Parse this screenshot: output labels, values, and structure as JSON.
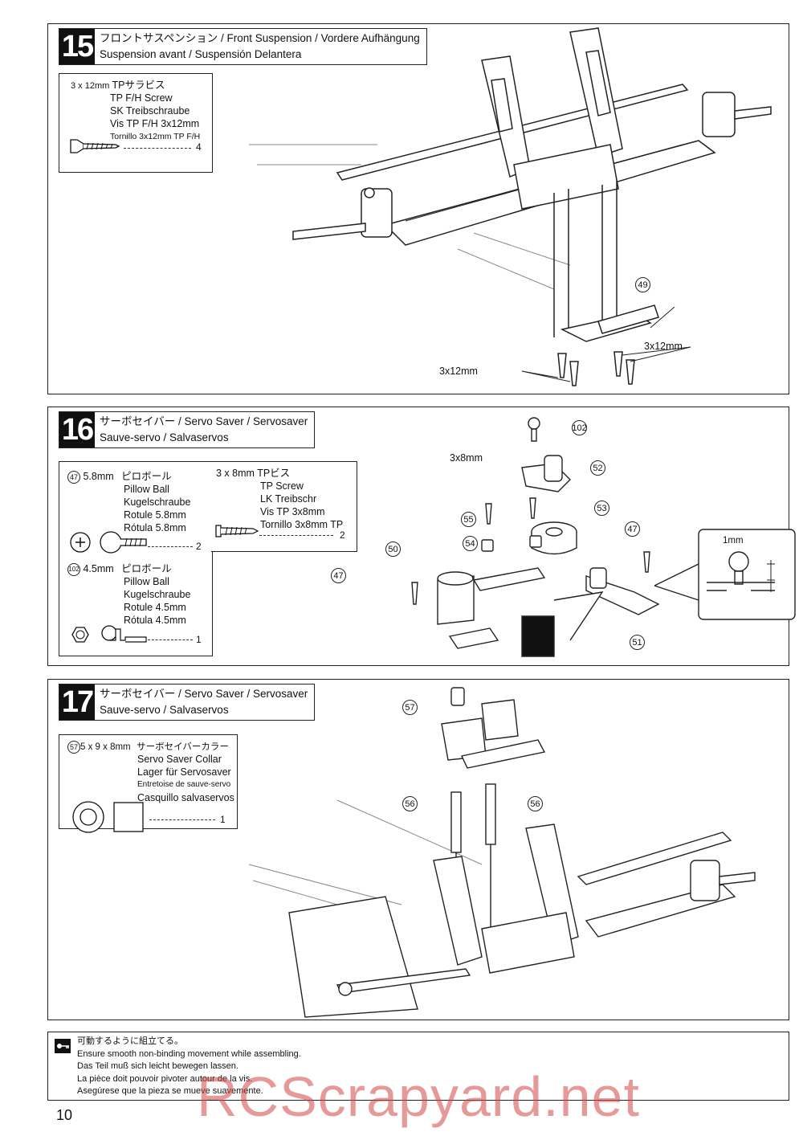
{
  "steps": [
    {
      "number": "15",
      "title_line1": "フロントサスペンション / Front Suspension / Vordere Aufhängung",
      "title_line2": "Suspension avant / Suspensión Delantera",
      "parts": [
        {
          "size": "3 x 12mm",
          "names": [
            "TPサラビス",
            "TP F/H Screw",
            "SK Treibschraube",
            "Vis TP F/H 3x12mm",
            "Tornillo 3x12mm TP F/H"
          ],
          "qty": "4"
        }
      ],
      "callouts": [
        "49"
      ],
      "labels": [
        "3x12mm",
        "3x12mm"
      ]
    },
    {
      "number": "16",
      "title_line1": "サーボセイバー / Servo Saver / Servosaver",
      "title_line2": "Sauve-servo / Salvaservos",
      "parts": [
        {
          "ref": "47",
          "size": "5.8mm",
          "names": [
            "ピロボール",
            "Pillow Ball",
            "Kugelschraube",
            "Rotule 5.8mm",
            "Rótula 5.8mm"
          ],
          "qty": "2"
        },
        {
          "ref": "102",
          "size": "4.5mm",
          "names": [
            "ピロボール",
            "Pillow Ball",
            "Kugelschraube",
            "Rotule 4.5mm",
            "Rótula 4.5mm"
          ],
          "qty": "1"
        },
        {
          "size": "3 x 8mm",
          "names": [
            "TPビス",
            "TP Screw",
            "LK Treibschr",
            "Vis TP 3x8mm",
            "Tornillo 3x8mm TP"
          ],
          "qty": "2"
        }
      ],
      "callouts": [
        "102",
        "52",
        "53",
        "55",
        "54",
        "50",
        "47",
        "47",
        "51"
      ],
      "labels": [
        "3x8mm",
        "1mm"
      ]
    },
    {
      "number": "17",
      "title_line1": "サーボセイバー / Servo Saver / Servosaver",
      "title_line2": "Sauve-servo / Salvaservos",
      "parts": [
        {
          "ref": "57",
          "size": "5 x 9 x 8mm",
          "names": [
            "サーボセイバーカラー",
            "Servo Saver Collar",
            "Lager für Servosaver",
            "Entretoise de sauve-servo",
            "Casquillo salvaservos"
          ],
          "qty": "1"
        }
      ],
      "callouts": [
        "57",
        "56",
        "56"
      ]
    }
  ],
  "note": {
    "icon": "wrench-key-icon",
    "lines": [
      "可動するように組立てる。",
      "Ensure smooth non-binding movement while assembling.",
      "Das Teil muß sich leicht bewegen lassen.",
      "La pièce doit pouvoir pivoter autour de la vis.",
      "Asegúrese que la pieza se mueve suavemente."
    ]
  },
  "page_number": "10",
  "watermark": "RCScrapyard.net"
}
